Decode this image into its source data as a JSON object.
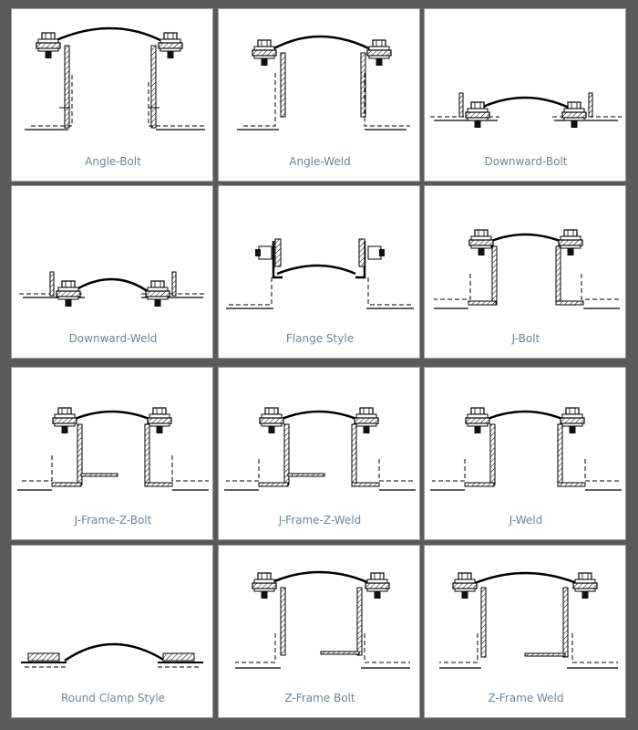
{
  "gallery": {
    "items": [
      {
        "caption": "Angle-Bolt"
      },
      {
        "caption": "Angle-Weld"
      },
      {
        "caption": "Downward-Bolt"
      },
      {
        "caption": "Downward-Weld"
      },
      {
        "caption": "Flange Style"
      },
      {
        "caption": "J-Bolt"
      },
      {
        "caption": "J-Frame-Z-Bolt"
      },
      {
        "caption": "J-Frame-Z-Weld"
      },
      {
        "caption": "J-Weld"
      },
      {
        "caption": "Round Clamp Style"
      },
      {
        "caption": "Z-Frame Bolt"
      },
      {
        "caption": "Z-Frame Weld"
      }
    ]
  },
  "colors": {
    "background": "#5a5a5a",
    "tile": "#ffffff",
    "caption": "#6f8497",
    "ink": "#000000"
  }
}
